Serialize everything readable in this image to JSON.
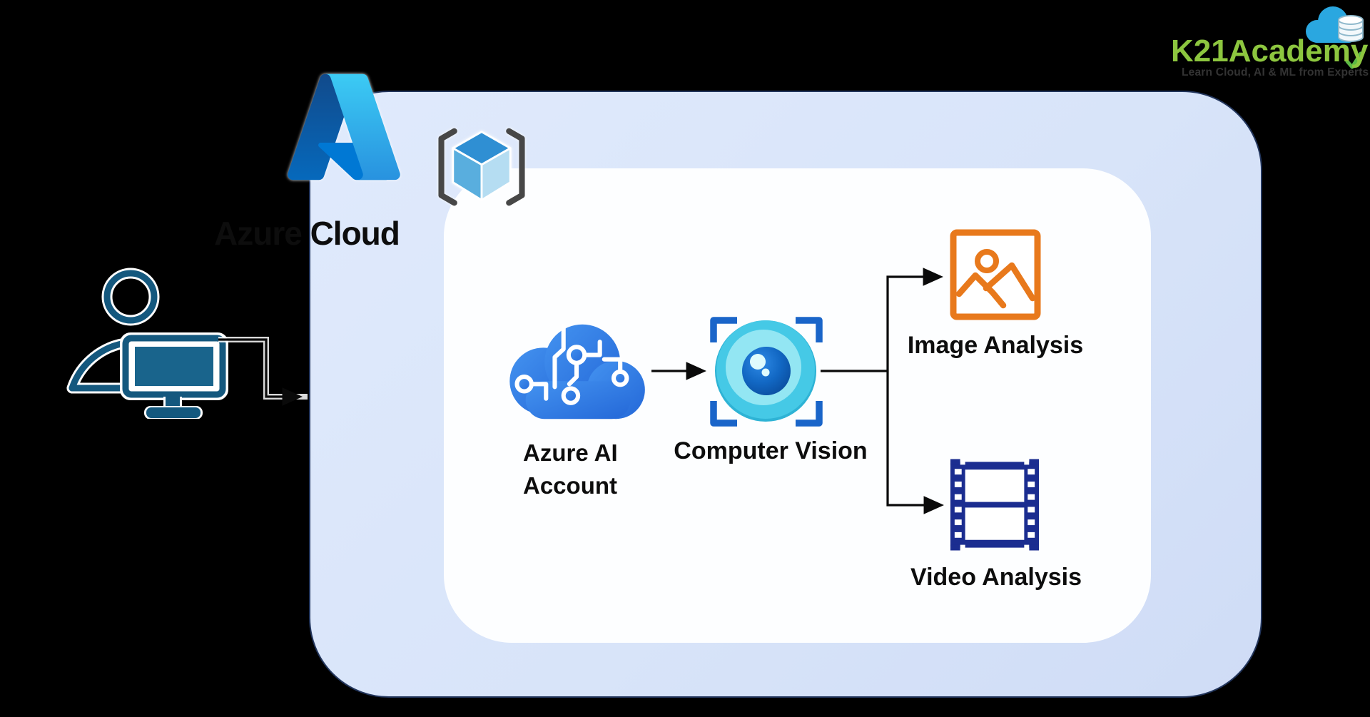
{
  "branding": {
    "logo_text": "K21Academy",
    "tagline": "Learn Cloud, AI & ML from Experts"
  },
  "diagram": {
    "cloud_label": "Azure Cloud",
    "account_label": "Azure AI\nAccount",
    "vision_label": "Computer Vision",
    "image_label": "Image Analysis",
    "video_label": "Video Analysis"
  },
  "icons": {
    "azure_logo": "azure-logo-icon",
    "resource_cube": "resource-cube-icon",
    "user_pc": "user-with-computer-icon",
    "ai_cloud": "azure-ai-cloud-icon",
    "computer_vision_eye": "computer-vision-eye-icon",
    "image_analysis": "image-picture-icon",
    "video_analysis": "film-strip-icon",
    "logo_cloud": "k21-cloud-database-icon",
    "logo_check": "green-check-icon"
  },
  "colors": {
    "outer_box_fill": "#d8e4f9",
    "outer_box_border": "#22355c",
    "inner_panel_fill": "#fdfeff",
    "connector_black": "#0a0a0a",
    "image_icon_orange": "#e8791c",
    "video_icon_navy": "#1b2d90",
    "eye_outer_cyan": "#45c9e6",
    "eye_iris_blue": "#1268c4",
    "viewfinder_blue": "#1a65c9",
    "user_icon_teal": "#14587e",
    "ai_cloud_blue": "#2e7de2",
    "logo_green": "#8dc63f",
    "logo_cloud_blue": "#2aa7e0"
  }
}
